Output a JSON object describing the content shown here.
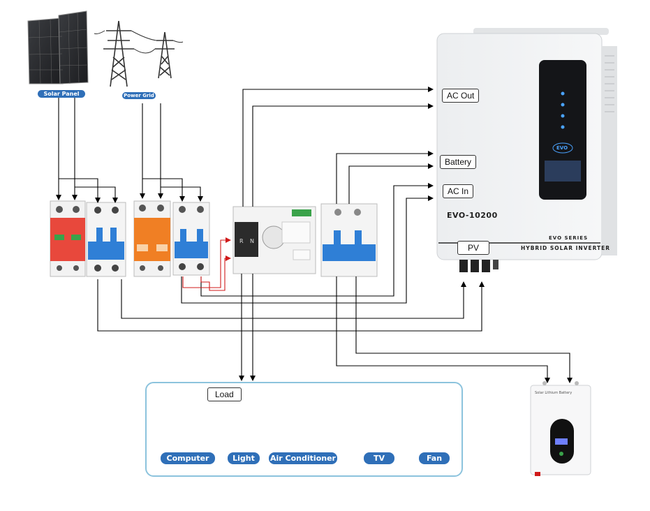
{
  "sources": {
    "solar_panel_label": "Solar Panel",
    "power_grid_label": "Power Grid"
  },
  "inverter": {
    "model": "EVO-10200",
    "series_line1": "EVO SERIES",
    "series_line2": "HYBRID SOLAR INVERTER",
    "screen_logo": "EVO"
  },
  "ports": {
    "ac_out": "AC Out",
    "battery": "Battery",
    "ac_in": "AC In",
    "pv": "PV"
  },
  "load": {
    "title": "Load",
    "items": [
      {
        "label": "Computer",
        "icon": "laptop-icon"
      },
      {
        "label": "Light",
        "icon": "light-bulb-icon"
      },
      {
        "label": "Air Conditioner",
        "icon": "air-conditioner-icon"
      },
      {
        "label": "TV",
        "icon": "tv-icon"
      },
      {
        "label": "Fan",
        "icon": "fan-icon"
      }
    ]
  },
  "battery_unit": {
    "label_line1": "Solar Lithium Battery"
  },
  "colors": {
    "pill_blue": "#2f6fb8",
    "spd_red": "#e8483c",
    "spd_orange": "#f07f24",
    "breaker_blue": "#2f7fd6",
    "wire": "#000000",
    "red_wire": "#d01a1a",
    "load_border": "#8cc3dd"
  }
}
